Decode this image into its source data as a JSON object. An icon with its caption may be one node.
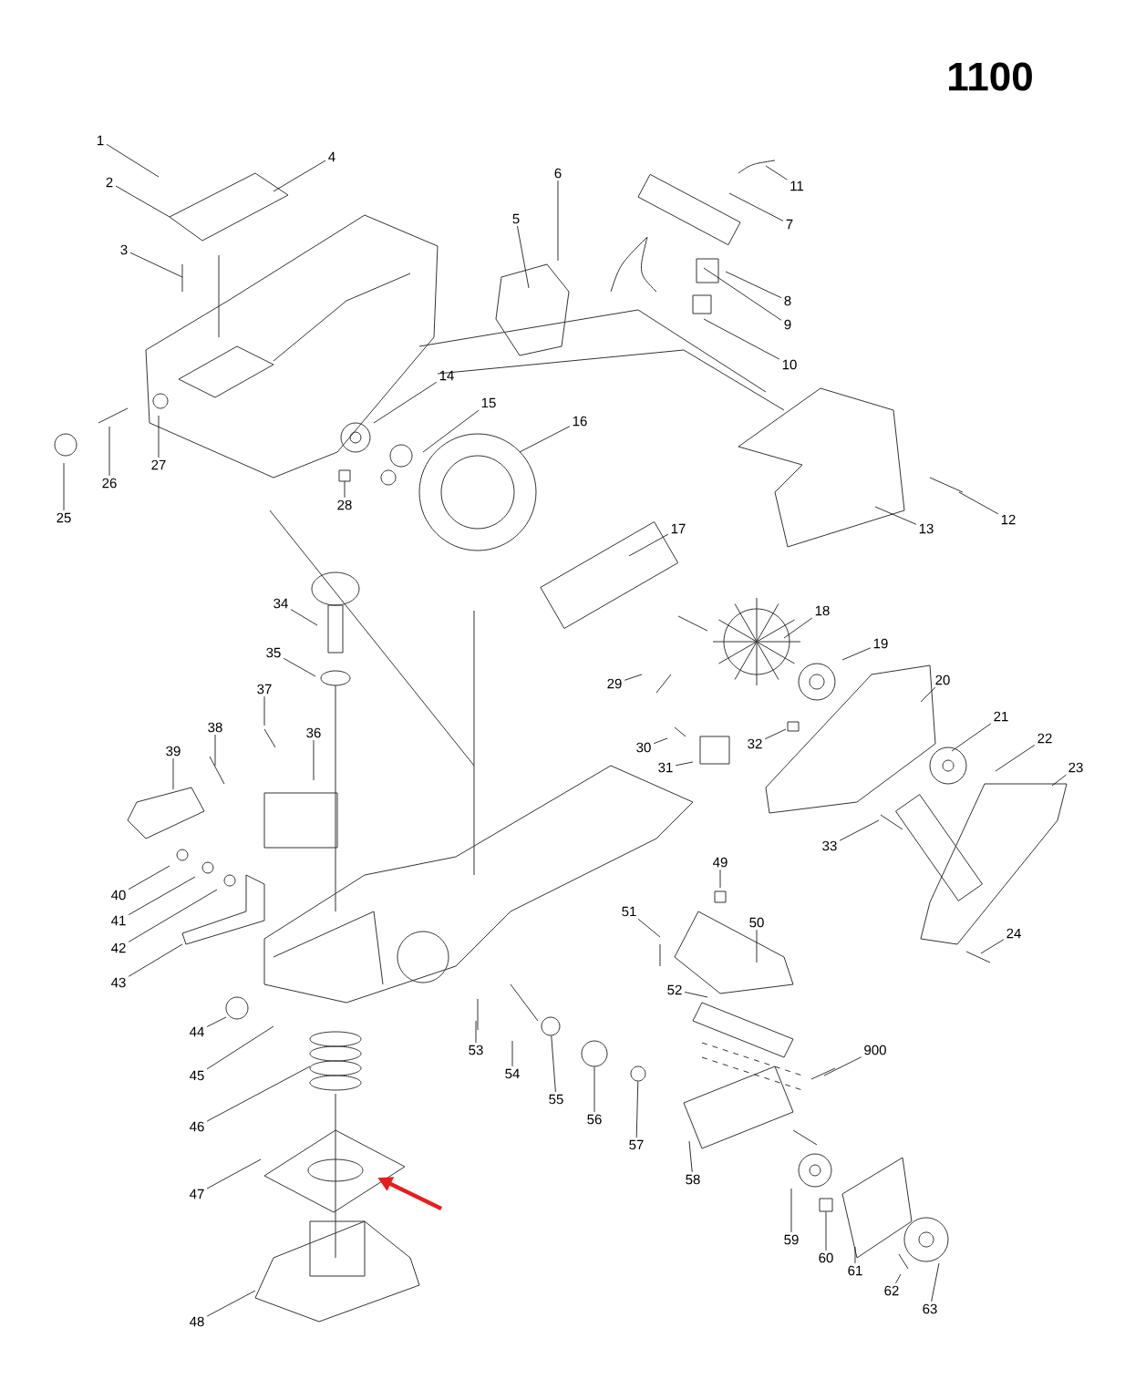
{
  "diagram": {
    "title": "1100",
    "nodes": [
      {
        "text": [
          "1"
        ]
      },
      {
        "text": [
          "2"
        ]
      },
      {
        "text": [
          "3"
        ]
      },
      {
        "text": [
          "4"
        ]
      },
      {
        "text": [
          "5"
        ]
      },
      {
        "text": [
          "6"
        ]
      },
      {
        "text": [
          "7"
        ]
      },
      {
        "text": [
          "8"
        ]
      },
      {
        "text": [
          "9"
        ]
      },
      {
        "text": [
          "10"
        ]
      },
      {
        "text": [
          "11"
        ]
      },
      {
        "text": [
          "12"
        ]
      },
      {
        "text": [
          "13"
        ]
      },
      {
        "text": [
          "14"
        ]
      },
      {
        "text": [
          "15"
        ]
      },
      {
        "text": [
          "16"
        ]
      },
      {
        "text": [
          "17"
        ]
      },
      {
        "text": [
          "18"
        ]
      },
      {
        "text": [
          "19"
        ]
      },
      {
        "text": [
          "20"
        ]
      },
      {
        "text": [
          "21"
        ]
      },
      {
        "text": [
          "22"
        ]
      },
      {
        "text": [
          "23"
        ]
      },
      {
        "text": [
          "24"
        ]
      },
      {
        "text": [
          "25"
        ]
      },
      {
        "text": [
          "26"
        ]
      },
      {
        "text": [
          "27"
        ]
      },
      {
        "text": [
          "28"
        ]
      },
      {
        "text": [
          "29"
        ]
      },
      {
        "text": [
          "30"
        ]
      },
      {
        "text": [
          "31"
        ]
      },
      {
        "text": [
          "32"
        ]
      },
      {
        "text": [
          "33"
        ]
      },
      {
        "text": [
          "34"
        ]
      },
      {
        "text": [
          "35"
        ]
      },
      {
        "text": [
          "36"
        ]
      },
      {
        "text": [
          "37"
        ]
      },
      {
        "text": [
          "38"
        ]
      },
      {
        "text": [
          "39"
        ]
      },
      {
        "text": [
          "40"
        ]
      },
      {
        "text": [
          "41"
        ]
      },
      {
        "text": [
          "42"
        ]
      },
      {
        "text": [
          "43"
        ]
      },
      {
        "text": [
          "44"
        ]
      },
      {
        "text": [
          "45"
        ]
      },
      {
        "text": [
          "46"
        ]
      },
      {
        "text": [
          "47"
        ]
      },
      {
        "text": [
          "48"
        ]
      },
      {
        "text": [
          "49"
        ]
      },
      {
        "text": [
          "50"
        ]
      },
      {
        "text": [
          "51"
        ]
      },
      {
        "text": [
          "52"
        ]
      },
      {
        "text": [
          "53"
        ]
      },
      {
        "text": [
          "54"
        ]
      },
      {
        "text": [
          "55"
        ]
      },
      {
        "text": [
          "56"
        ]
      },
      {
        "text": [
          "57"
        ]
      },
      {
        "text": [
          "58"
        ]
      },
      {
        "text": [
          "59"
        ]
      },
      {
        "text": [
          "60"
        ]
      },
      {
        "text": [
          "61"
        ]
      },
      {
        "text": [
          "62"
        ]
      },
      {
        "text": [
          "63"
        ]
      },
      {
        "text": [
          "900"
        ]
      },
      {
        "text": [],
        "shape": "circle"
      },
      {
        "text": [],
        "shape": "circle"
      },
      {
        "text": [],
        "shape": "circle"
      },
      {
        "text": [],
        "shape": "box"
      }
    ],
    "edges": [
      {
        "from": 0,
        "to": null,
        "arrow": "none"
      },
      {
        "from": 1,
        "to": null,
        "arrow": "none"
      },
      {
        "from": 2,
        "to": null,
        "arrow": "none"
      },
      {
        "from": 3,
        "to": null,
        "arrow": "none"
      },
      {
        "from": 4,
        "to": null,
        "arrow": "none"
      },
      {
        "from": 5,
        "to": null,
        "arrow": "none"
      },
      {
        "from": 6,
        "to": null,
        "arrow": "none"
      },
      {
        "from": 7,
        "to": null,
        "arrow": "none"
      },
      {
        "from": 8,
        "to": null,
        "arrow": "none"
      },
      {
        "from": 9,
        "to": null,
        "arrow": "none"
      },
      {
        "from": 10,
        "to": null,
        "arrow": "none"
      },
      {
        "from": 11,
        "to": null,
        "arrow": "none"
      },
      {
        "from": 12,
        "to": null,
        "arrow": "none"
      },
      {
        "from": 13,
        "to": null,
        "arrow": "none"
      },
      {
        "from": 14,
        "to": null,
        "arrow": "none"
      },
      {
        "from": 15,
        "to": null,
        "arrow": "none"
      },
      {
        "from": 16,
        "to": null,
        "arrow": "none"
      },
      {
        "from": 17,
        "to": null,
        "arrow": "none"
      },
      {
        "from": 18,
        "to": null,
        "arrow": "none"
      },
      {
        "from": 19,
        "to": null,
        "arrow": "none"
      },
      {
        "from": 20,
        "to": null,
        "arrow": "none"
      },
      {
        "from": 21,
        "to": null,
        "arrow": "none"
      },
      {
        "from": 22,
        "to": null,
        "arrow": "none"
      },
      {
        "from": 23,
        "to": null,
        "arrow": "none"
      },
      {
        "from": 24,
        "to": null,
        "arrow": "none"
      },
      {
        "from": 25,
        "to": null,
        "arrow": "none"
      },
      {
        "from": 26,
        "to": null,
        "arrow": "none"
      },
      {
        "from": 27,
        "to": null,
        "arrow": "none"
      },
      {
        "from": 28,
        "to": null,
        "arrow": "none"
      },
      {
        "from": 29,
        "to": null,
        "arrow": "none"
      },
      {
        "from": 30,
        "to": null,
        "arrow": "none"
      },
      {
        "from": 31,
        "to": null,
        "arrow": "none"
      },
      {
        "from": 32,
        "to": null,
        "arrow": "none"
      },
      {
        "from": 33,
        "to": null,
        "arrow": "none"
      },
      {
        "from": 34,
        "to": null,
        "arrow": "none"
      },
      {
        "from": 35,
        "to": null,
        "arrow": "none"
      },
      {
        "from": 36,
        "to": null,
        "arrow": "none"
      },
      {
        "from": 37,
        "to": null,
        "arrow": "none"
      },
      {
        "from": 38,
        "to": null,
        "arrow": "none"
      },
      {
        "from": 39,
        "to": null,
        "arrow": "none"
      },
      {
        "from": 40,
        "to": null,
        "arrow": "none"
      },
      {
        "from": 41,
        "to": null,
        "arrow": "none"
      },
      {
        "from": 42,
        "to": null,
        "arrow": "none"
      },
      {
        "from": 43,
        "to": null,
        "arrow": "none"
      },
      {
        "from": 44,
        "to": null,
        "arrow": "none"
      },
      {
        "from": 45,
        "to": null,
        "arrow": "none"
      },
      {
        "from": 46,
        "to": null,
        "arrow": "none"
      },
      {
        "from": 47,
        "to": null,
        "arrow": "none"
      },
      {
        "from": 48,
        "to": null,
        "arrow": "none"
      },
      {
        "from": 49,
        "to": null,
        "arrow": "none"
      },
      {
        "from": 50,
        "to": null,
        "arrow": "none"
      },
      {
        "from": 51,
        "to": null,
        "arrow": "none"
      },
      {
        "from": 52,
        "to": null,
        "arrow": "none"
      },
      {
        "from": 53,
        "to": null,
        "arrow": "none"
      },
      {
        "from": 54,
        "to": 64,
        "arrow": "none"
      },
      {
        "from": 55,
        "to": 65,
        "arrow": "none"
      },
      {
        "from": 56,
        "to": 66,
        "arrow": "none"
      },
      {
        "from": 57,
        "to": null,
        "arrow": "none"
      },
      {
        "from": 58,
        "to": null,
        "arrow": "none"
      },
      {
        "from": 59,
        "to": 67,
        "arrow": "none"
      },
      {
        "from": 60,
        "to": null,
        "arrow": "none"
      },
      {
        "from": 61,
        "to": null,
        "arrow": "none"
      },
      {
        "from": 62,
        "to": null,
        "arrow": "none"
      },
      {
        "from": 63,
        "to": null,
        "arrow": "none"
      }
    ]
  }
}
